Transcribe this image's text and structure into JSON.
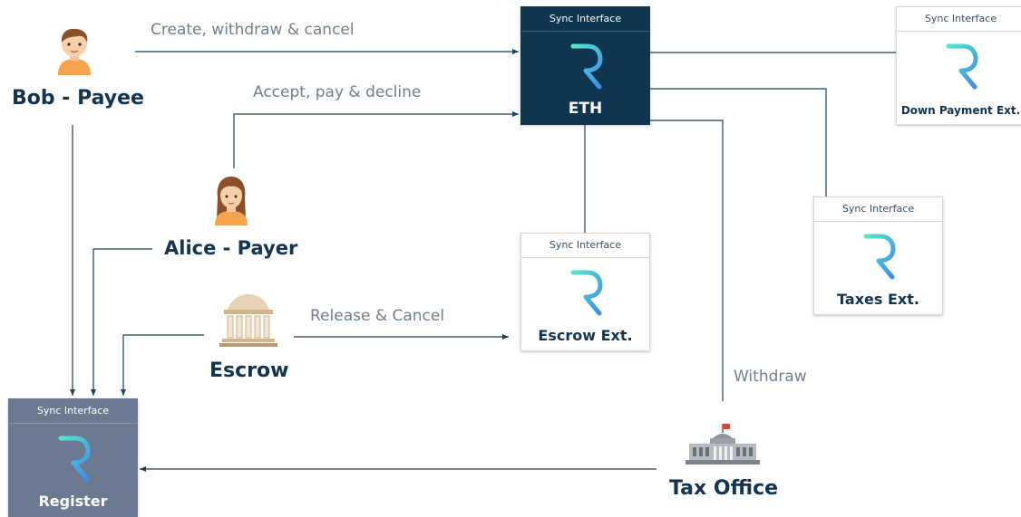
{
  "actors": {
    "bob": "Bob - Payee",
    "alice": "Alice - Payer",
    "escrow": "Escrow",
    "tax_office": "Tax Office"
  },
  "cards": {
    "eth": {
      "header": "Sync Interface",
      "label": "ETH"
    },
    "down_payment": {
      "header": "Sync Interface",
      "label": "Down Payment Ext."
    },
    "taxes": {
      "header": "Sync Interface",
      "label": "Taxes Ext."
    },
    "escrow_ext": {
      "header": "Sync Interface",
      "label": "Escrow Ext."
    },
    "register": {
      "header": "Sync Interface",
      "label": "Register"
    }
  },
  "edge_labels": {
    "create": "Create, withdraw & cancel",
    "accept": "Accept, pay & decline",
    "release": "Release & Cancel",
    "withdraw": "Withdraw"
  },
  "icons": {
    "bob": "man-avatar-icon",
    "alice": "woman-avatar-icon",
    "escrow": "bank-building-icon",
    "tax_office": "government-building-icon",
    "logo": "request-network-r-logo-icon"
  },
  "colors": {
    "navy": "#10354f",
    "slate": "#6b7a91",
    "connector": "#1f3f5a",
    "edge_text": "#6f7f8f",
    "logo_teal": "#55e6c8",
    "logo_blue": "#3d8bf0"
  }
}
